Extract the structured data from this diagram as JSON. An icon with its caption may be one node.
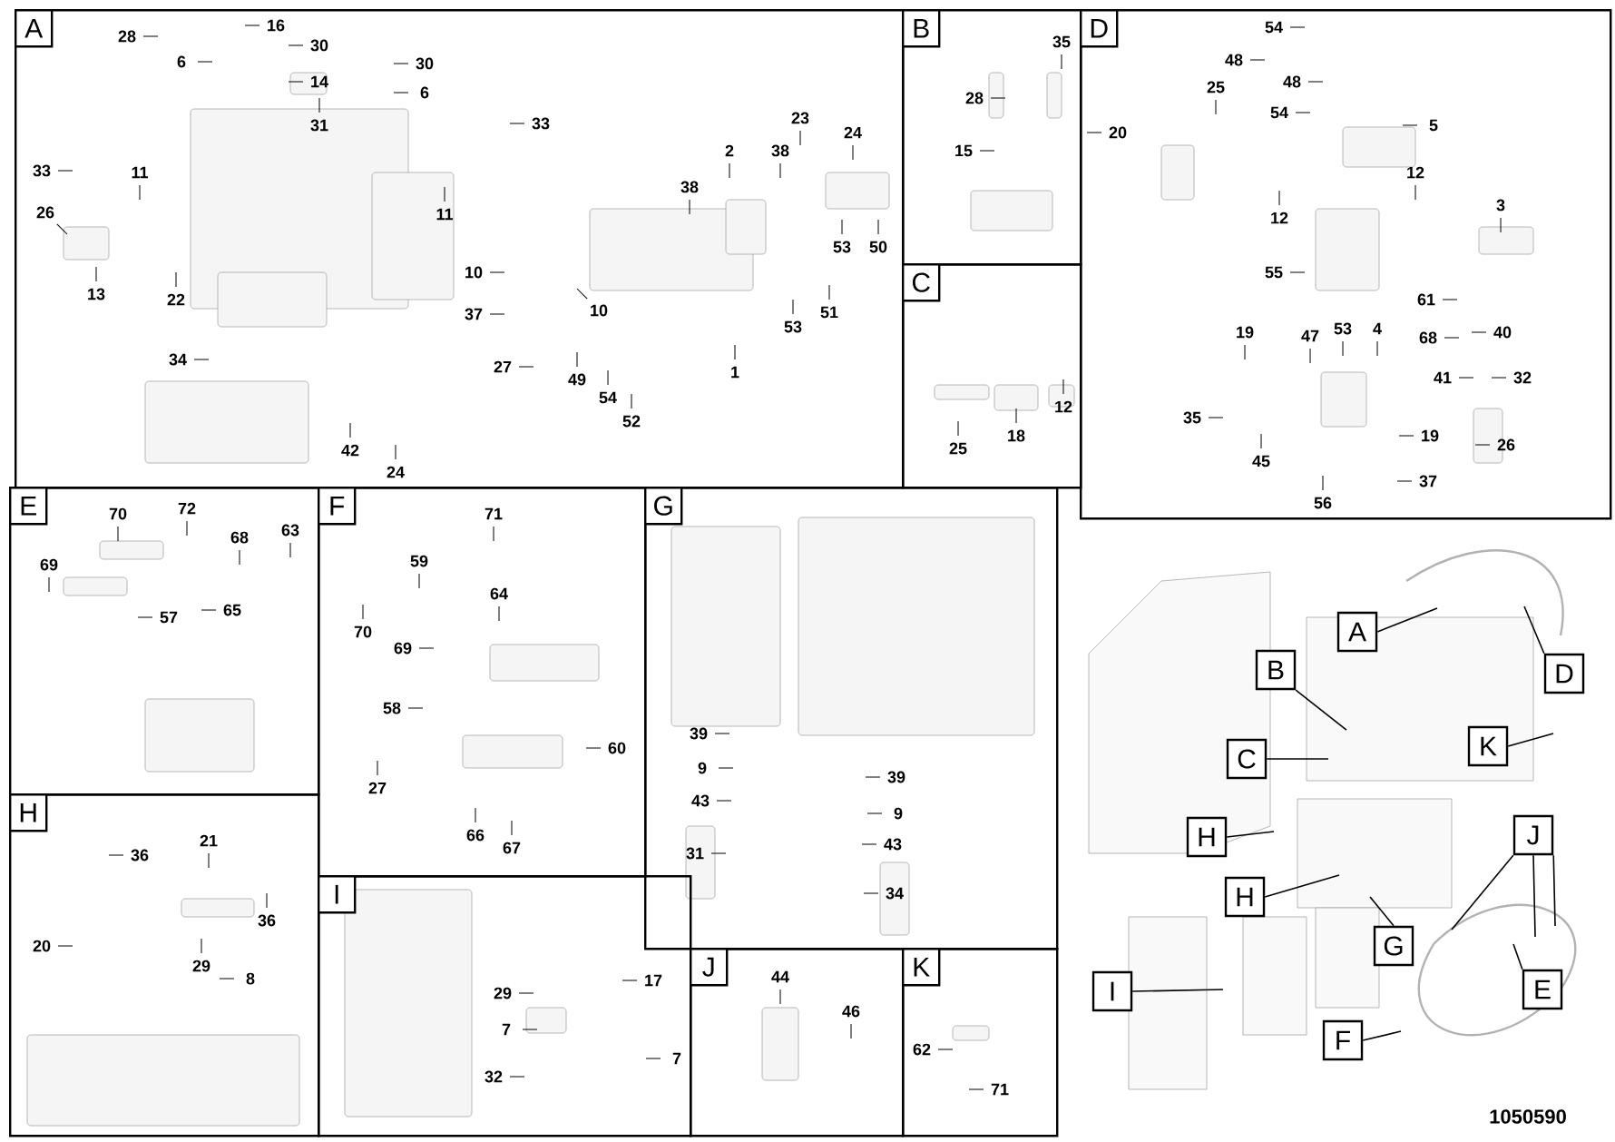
{
  "diagram": {
    "nodes": [
      {
        "text": [
          "A"
        ]
      },
      {
        "text": [
          "B"
        ]
      },
      {
        "text": [
          "C"
        ]
      },
      {
        "text": [
          "D"
        ]
      },
      {
        "text": [
          "E"
        ]
      },
      {
        "text": [
          "F"
        ]
      },
      {
        "text": [
          "G"
        ]
      },
      {
        "text": [
          "H"
        ]
      },
      {
        "text": [
          "I"
        ]
      },
      {
        "text": [
          "J"
        ]
      },
      {
        "text": [
          "K"
        ]
      },
      {
        "text": [
          "A"
        ]
      },
      {
        "text": [
          "B"
        ]
      },
      {
        "text": [
          "D"
        ]
      },
      {
        "text": [
          "C"
        ]
      },
      {
        "text": [
          "K"
        ]
      },
      {
        "text": [
          "H"
        ]
      },
      {
        "text": [
          "J"
        ]
      },
      {
        "text": [
          "H"
        ]
      },
      {
        "text": [
          "G"
        ]
      },
      {
        "text": [
          "I"
        ]
      },
      {
        "text": [
          "E"
        ]
      },
      {
        "text": [
          "F"
        ]
      }
    ],
    "edges": [
      {
        "from": 11,
        "to": null,
        "arrow": "none"
      },
      {
        "from": 12,
        "to": null,
        "arrow": "none"
      },
      {
        "from": 13,
        "to": null,
        "arrow": "none"
      },
      {
        "from": 14,
        "to": null,
        "arrow": "none"
      },
      {
        "from": 15,
        "to": null,
        "arrow": "none"
      },
      {
        "from": 16,
        "to": null,
        "arrow": "none"
      },
      {
        "from": 17,
        "to": null,
        "arrow": "none"
      },
      {
        "from": 17,
        "to": null,
        "arrow": "none"
      },
      {
        "from": 17,
        "to": null,
        "arrow": "none"
      },
      {
        "from": 18,
        "to": null,
        "arrow": "none"
      },
      {
        "from": 19,
        "to": null,
        "arrow": "none"
      },
      {
        "from": 20,
        "to": null,
        "arrow": "none"
      },
      {
        "from": 21,
        "to": null,
        "arrow": "none"
      },
      {
        "from": 22,
        "to": null,
        "arrow": "none"
      }
    ],
    "labels": [
      "28",
      "16",
      "30",
      "6",
      "30",
      "14",
      "6",
      "31",
      "33",
      "33",
      "11",
      "26",
      "13",
      "22",
      "11",
      "10",
      "37",
      "34",
      "27",
      "10",
      "49",
      "54",
      "52",
      "1",
      "2",
      "38",
      "23",
      "24",
      "38",
      "53",
      "50",
      "51",
      "53",
      "42",
      "24",
      "35",
      "28",
      "20",
      "15",
      "12",
      "18",
      "25",
      "54",
      "48",
      "48",
      "54",
      "5",
      "25",
      "12",
      "12",
      "3",
      "55",
      "61",
      "68",
      "40",
      "41",
      "32",
      "26",
      "19",
      "47",
      "53",
      "4",
      "35",
      "45",
      "19",
      "37",
      "56",
      "70",
      "72",
      "68",
      "63",
      "69",
      "57",
      "65",
      "71",
      "59",
      "64",
      "70",
      "69",
      "58",
      "60",
      "27",
      "66",
      "67",
      "39",
      "9",
      "43",
      "31",
      "39",
      "9",
      "43",
      "34",
      "36",
      "21",
      "36",
      "20",
      "29",
      "8",
      "17",
      "29",
      "7",
      "7",
      "32",
      "44",
      "46",
      "62",
      "71",
      "1050590"
    ]
  }
}
